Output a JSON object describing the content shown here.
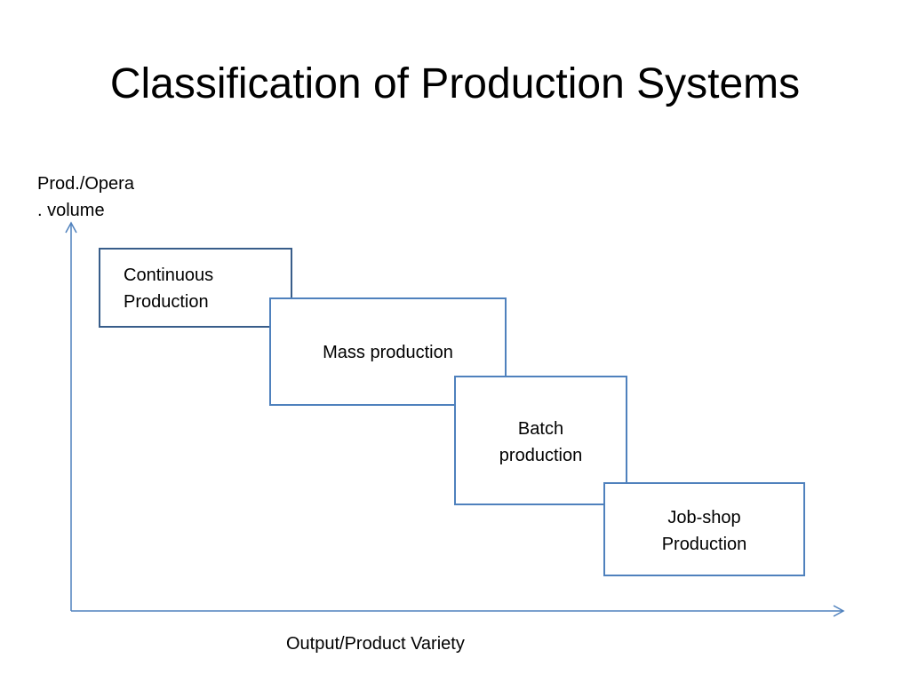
{
  "title": "Classification of Production Systems",
  "axes": {
    "y_label_line1": "Prod./Opera",
    "y_label_line2": ". volume",
    "x_label": "Output/Product Variety",
    "axis_color": "#4f81bd"
  },
  "stages": {
    "continuous": {
      "line1": "Continuous",
      "line2": "Production"
    },
    "mass": {
      "line1": "Mass production"
    },
    "batch": {
      "line1": "Batch",
      "line2": "production"
    },
    "jobshop": {
      "line1": "Job-shop",
      "line2": "Production"
    }
  },
  "colors": {
    "box_border": "#4f81bd",
    "box_border_dark": "#385d8a",
    "text": "#000000",
    "background": "#ffffff"
  }
}
